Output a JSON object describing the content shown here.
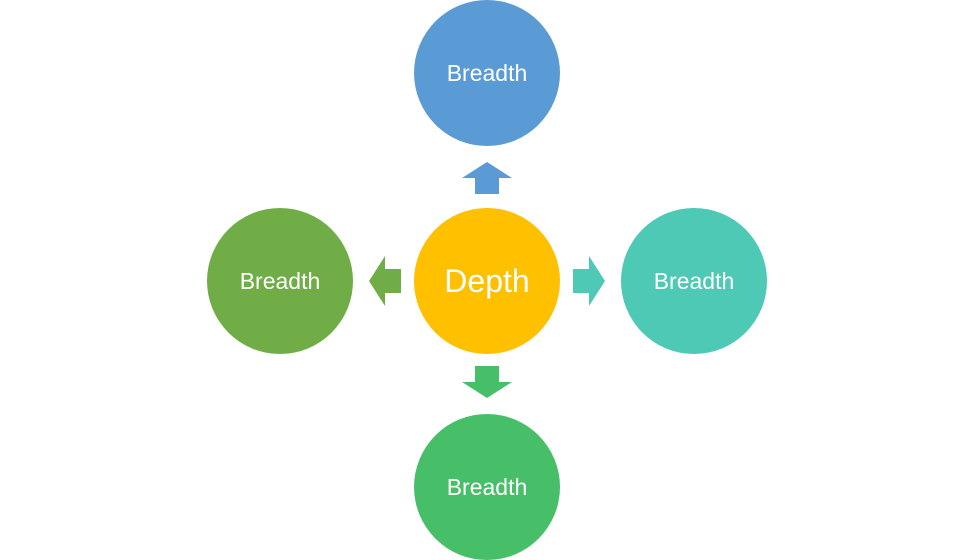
{
  "diagram": {
    "center": {
      "label": "Depth",
      "color": "#FFC000"
    },
    "nodes": [
      {
        "id": "top",
        "label": "Breadth",
        "color": "#5B9BD5"
      },
      {
        "id": "left",
        "label": "Breadth",
        "color": "#70AD47"
      },
      {
        "id": "right",
        "label": "Breadth",
        "color": "#4DC9B5"
      },
      {
        "id": "bottom",
        "label": "Breadth",
        "color": "#47BF69"
      }
    ],
    "arrows": {
      "up_color": "#5B9BD5",
      "left_color": "#70AD47",
      "right_color": "#4DC9B5",
      "down_color": "#47BF69"
    }
  }
}
